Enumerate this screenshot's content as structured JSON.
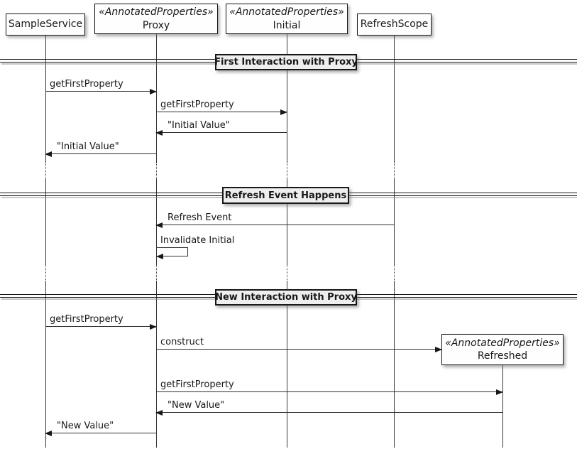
{
  "diagram_type": "uml-sequence",
  "colors": {
    "background": "#ffffff",
    "participant_fill": "#fefefe",
    "divider_fill": "#eeeeee",
    "border": "#181818",
    "line": "#303030",
    "lifeline": "#383838"
  },
  "participants": {
    "sampleService": {
      "name": "SampleService"
    },
    "proxy": {
      "stereotype": "«AnnotatedProperties»",
      "name": "Proxy"
    },
    "initial": {
      "stereotype": "«AnnotatedProperties»",
      "name": "Initial"
    },
    "refreshScope": {
      "name": "RefreshScope"
    },
    "refreshed": {
      "stereotype": "«AnnotatedProperties»",
      "name": "Refreshed"
    }
  },
  "dividers": {
    "first": {
      "label": "First Interaction with Proxy"
    },
    "refresh": {
      "label": "Refresh Event Happens"
    },
    "new": {
      "label": "New Interaction with Proxy"
    }
  },
  "messages": {
    "m1": {
      "label": "getFirstProperty",
      "from": "SampleService",
      "to": "Proxy"
    },
    "m2": {
      "label": "getFirstProperty",
      "from": "Proxy",
      "to": "Initial"
    },
    "m3": {
      "label": "\"Initial Value\"",
      "from": "Initial",
      "to": "Proxy"
    },
    "m4": {
      "label": "\"Initial Value\"",
      "from": "Proxy",
      "to": "SampleService"
    },
    "m5": {
      "label": "Refresh Event",
      "from": "RefreshScope",
      "to": "Proxy"
    },
    "m6": {
      "label": "Invalidate Initial",
      "from": "Proxy",
      "to": "Proxy"
    },
    "m7": {
      "label": "getFirstProperty",
      "from": "SampleService",
      "to": "Proxy"
    },
    "m8": {
      "label": "construct",
      "from": "Proxy",
      "to": "Refreshed"
    },
    "m9": {
      "label": "getFirstProperty",
      "from": "Proxy",
      "to": "Refreshed"
    },
    "m10": {
      "label": "\"New Value\"",
      "from": "Refreshed",
      "to": "Proxy"
    },
    "m11": {
      "label": "\"New Value\"",
      "from": "Proxy",
      "to": "SampleService"
    }
  }
}
